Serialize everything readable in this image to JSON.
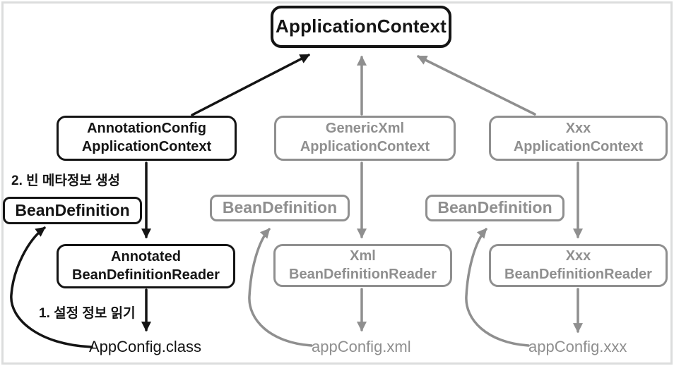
{
  "colors": {
    "active_path": "#141414",
    "inactive_path": "#8f8f8f",
    "background": "#ffffff",
    "frame_border": "#dcdddd"
  },
  "nodes": {
    "application_context": {
      "label": "ApplicationContext"
    },
    "annotation_config_application_context": {
      "line1": "AnnotationConfig",
      "line2": "ApplicationContext"
    },
    "generic_xml_application_context": {
      "line1": "GenericXml",
      "line2": "ApplicationContext"
    },
    "xxx_application_context": {
      "line1": "Xxx",
      "line2": "ApplicationContext"
    },
    "bean_definition_left": {
      "label": "BeanDefinition"
    },
    "bean_definition_middle": {
      "label": "BeanDefinition"
    },
    "bean_definition_right": {
      "label": "BeanDefinition"
    },
    "annotated_bean_definition_reader": {
      "line1": "Annotated",
      "line2": "BeanDefinitionReader"
    },
    "xml_bean_definition_reader": {
      "line1": "Xml",
      "line2": "BeanDefinitionReader"
    },
    "xxx_bean_definition_reader": {
      "line1": "Xxx",
      "line2": "BeanDefinitionReader"
    }
  },
  "annotations": {
    "step2": "2. 빈 메타정보 생성",
    "step1": "1. 설정 정보 읽기"
  },
  "artifacts": {
    "app_config_class": "AppConfig.class",
    "app_config_xml": "appConfig.xml",
    "app_config_xxx": "appConfig.xxx"
  },
  "edges": [
    {
      "from": "annotation_config_application_context",
      "to": "application_context",
      "style": "active"
    },
    {
      "from": "generic_xml_application_context",
      "to": "application_context",
      "style": "inactive"
    },
    {
      "from": "xxx_application_context",
      "to": "application_context",
      "style": "inactive"
    },
    {
      "from": "annotation_config_application_context",
      "to": "annotated_bean_definition_reader",
      "style": "active"
    },
    {
      "from": "annotated_bean_definition_reader",
      "to": "app_config_class",
      "style": "active"
    },
    {
      "from": "app_config_class",
      "to": "bean_definition_left",
      "style": "active"
    },
    {
      "from": "generic_xml_application_context",
      "to": "xml_bean_definition_reader",
      "style": "inactive"
    },
    {
      "from": "xml_bean_definition_reader",
      "to": "app_config_xml",
      "style": "inactive"
    },
    {
      "from": "app_config_xml",
      "to": "bean_definition_middle",
      "style": "inactive"
    },
    {
      "from": "xxx_application_context",
      "to": "xxx_bean_definition_reader",
      "style": "inactive"
    },
    {
      "from": "xxx_bean_definition_reader",
      "to": "app_config_xxx",
      "style": "inactive"
    },
    {
      "from": "app_config_xxx",
      "to": "bean_definition_right",
      "style": "inactive"
    }
  ]
}
